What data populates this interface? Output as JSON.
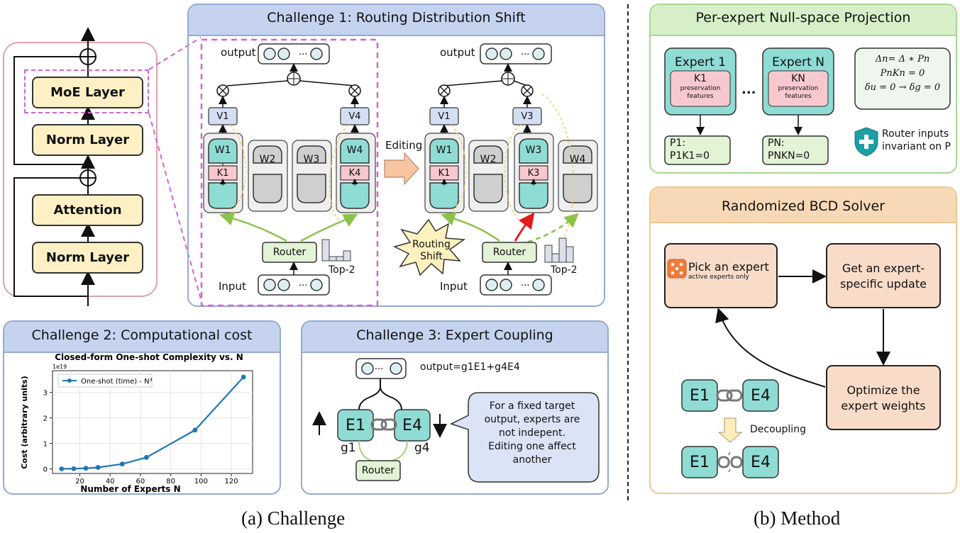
{
  "transformer": {
    "moe": "MoE Layer",
    "norm_top": "Norm Layer",
    "attention": "Attention",
    "norm_bottom": "Norm Layer"
  },
  "challenge1": {
    "title": "Challenge  1: Routing Distribution Shift",
    "output_label": "output",
    "input_label": "Input",
    "router": "Router",
    "top2": "Top-2",
    "editing": "Editing",
    "routing_shift_l1": "Routing",
    "routing_shift_l2": "Shift",
    "dots": "···",
    "left": {
      "v1": "V1",
      "v4": "V4",
      "w1": "W1",
      "w2": "W2",
      "w3": "W3",
      "w4": "W4",
      "k1": "K1",
      "k4": "K4"
    },
    "right": {
      "v1": "V1",
      "v3": "V3",
      "w1": "W1",
      "w2": "W2",
      "w3": "W3",
      "w4": "W4",
      "k1": "K1",
      "k3": "K3"
    }
  },
  "challenge2": {
    "title": "Challenge  2: Computational cost",
    "chart_data": {
      "type": "line",
      "title": "Closed-form One-shot Complexity vs. N",
      "xlabel": "Number of Experts  N",
      "ylabel": "Cost (arbitrary units)",
      "y_multiplier": "1e19",
      "series": [
        {
          "name": "One-shot (time) - N³",
          "color": "#1f77b4",
          "x": [
            8,
            16,
            24,
            32,
            48,
            64,
            96,
            128
          ],
          "y": [
            0.0,
            0.007,
            0.024,
            0.057,
            0.19,
            0.45,
            1.52,
            3.6
          ]
        }
      ],
      "xlim": [
        2,
        134
      ],
      "ylim": [
        -0.18,
        3.85
      ],
      "xticks": [
        20,
        40,
        60,
        80,
        100,
        120
      ],
      "yticks": [
        0,
        1,
        2,
        3
      ],
      "grid": true,
      "legend": "top-left"
    }
  },
  "challenge3": {
    "title": "Challenge  3: Expert Coupling",
    "output_eq": "output=g1E1+g4E4",
    "e1": "E1",
    "e4": "E4",
    "g1": "g1",
    "g4": "g4",
    "router": "Router",
    "dots": "···",
    "bubble": [
      "For a fixed target",
      "output, experts are",
      "not indepent.",
      "Editing one affect",
      "another"
    ]
  },
  "nullspace": {
    "title": "Per-expert Null-space Projection",
    "expert1": "Expert 1",
    "expertN": "Expert N",
    "k1": "K1",
    "kN": "KN",
    "pres_l1": "preservation",
    "pres_l2": "features",
    "ellipsis": "...",
    "p1": "P1:",
    "p1eq": "P1K1=0",
    "pN": "PN:",
    "pNeq": "PNKN=0",
    "eq1": "Δn= Δ ∗ Pn",
    "eq2": "PnKn = 0",
    "eq3": "δu = 0 → δg = 0",
    "router_l1": "Router inputs",
    "router_l2": "invariant on P"
  },
  "bcd": {
    "title": "Randomized BCD Solver",
    "pick": "Pick an expert",
    "pick_sub": "active experts only",
    "get_l1": "Get an expert-",
    "get_l2": "specific update",
    "opt_l1": "Optimize the",
    "opt_l2": "expert weights",
    "e1": "E1",
    "e4": "E4",
    "decoupling": "Decoupling"
  },
  "captions": {
    "a": "(a) Challenge",
    "b": "(b) Method"
  }
}
